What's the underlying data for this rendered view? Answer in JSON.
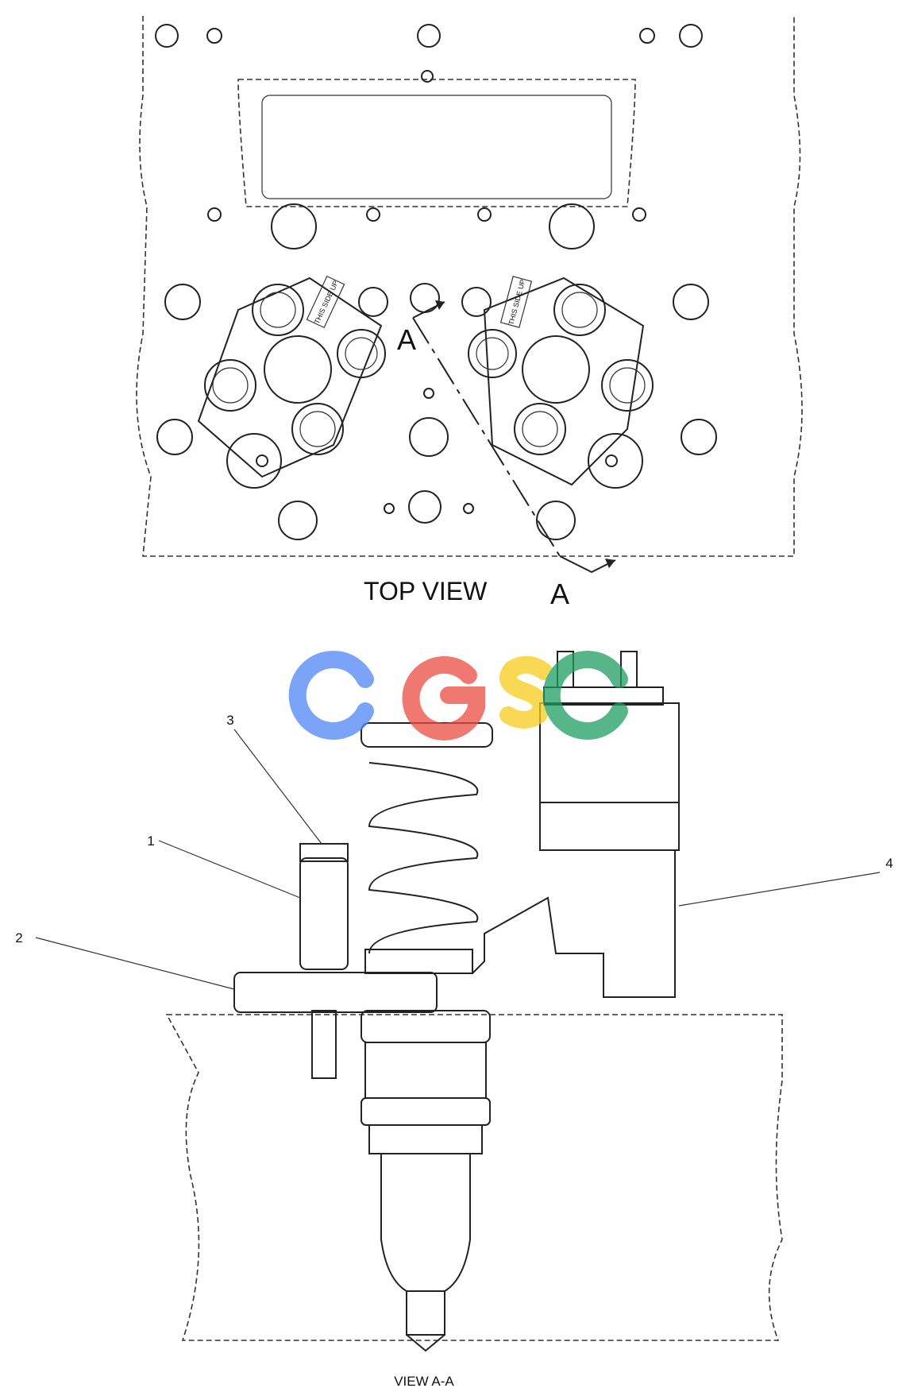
{
  "top_view": {
    "title": "TOP VIEW",
    "section_marker": "A",
    "section_marker_end": "A",
    "stamp_left": "THIS SIDE UP",
    "stamp_right": "THIS SIDE UP"
  },
  "section_view": {
    "title": "VIEW A-A",
    "callouts": [
      "1",
      "2",
      "3",
      "4"
    ]
  },
  "watermark": {
    "text": "CGSC",
    "colors": [
      "#4f86f7",
      "#ea4c42",
      "#f8cc1b",
      "#1f9e62"
    ]
  }
}
